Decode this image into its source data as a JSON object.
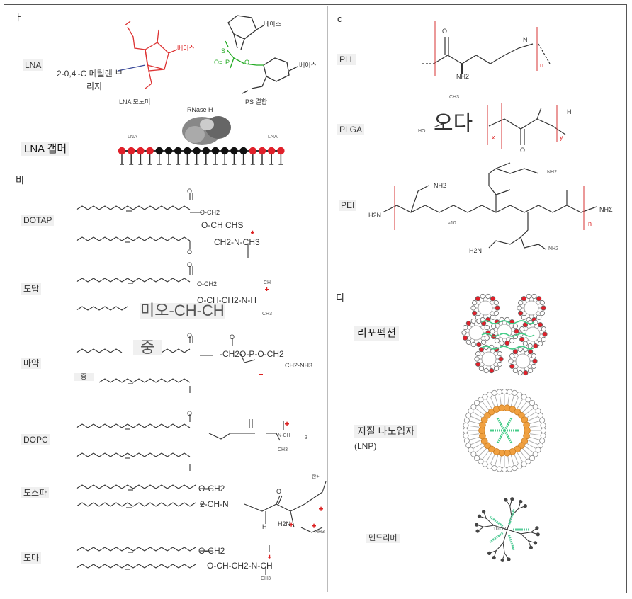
{
  "panels": {
    "a": "ㅏ",
    "b": "비",
    "c": "c",
    "d": "디"
  },
  "lna": {
    "label": "LNA",
    "monomer_caption": "LNA 모노머",
    "ps_caption": "PS 결합",
    "base_red": "베이스",
    "base_1": "베이스",
    "base_2": "베이스",
    "bridge_line1": "2-0,4'-C 메틸렌 브",
    "bridge_line2": "리지",
    "s_minus": "S",
    "p_letter": "P",
    "o_eq": "O=",
    "o_right": "O"
  },
  "gapmer": {
    "label": "LNA 갭머",
    "rnase": "RNase H",
    "lna_left": "LNA",
    "lna_right": "LNA",
    "beads": [
      "red",
      "red",
      "red",
      "red",
      "black",
      "black",
      "black",
      "black",
      "black",
      "black",
      "black",
      "black",
      "black",
      "black",
      "red",
      "red",
      "red",
      "red"
    ]
  },
  "lipids": {
    "dotap": {
      "label": "DOTAP",
      "c1": "O-CH2",
      "c2": "O-CH CHS",
      "c3": "CH2-N-CH3",
      "o": "O",
      "o2": "O"
    },
    "dodap": {
      "label": "도답",
      "c1": "O-CH2",
      "c2": "O-CH-CH2-N-H",
      "ch": "CH",
      "ch3": "CH3",
      "o": "O"
    },
    "overlay_big": "미오-CH-CH",
    "overlay_mid": "중",
    "dope": {
      "label": "마약",
      "c1": "-CH2O-P-O-CH2",
      "c2": "CH2-NH3",
      "o": "O",
      "o2": "O"
    },
    "dope_mid": "중",
    "dopc": {
      "label": "DOPC",
      "c1": "N-CH",
      "c2": "CH3",
      "suffix": "3",
      "o": "O"
    },
    "dospa": {
      "label": "도스파",
      "c1": "O-CH2",
      "c2": "2-CH-N",
      "plus": "한+",
      "h2n": "H2N",
      "nh3": "NH3",
      "h": "H",
      "o": "O"
    },
    "doma": {
      "label": "도마",
      "c1": "O-CH2",
      "c2": "O-CH-CH2-N-CH",
      "c3": "CH3"
    }
  },
  "polymers": {
    "pll": {
      "label": "PLL",
      "nh2": "NH2",
      "o": "O",
      "nh": "N",
      "n": "n"
    },
    "plga": {
      "label": "PLGA",
      "big": "오다",
      "ch3": "CH3",
      "ho": "HO",
      "h": "H",
      "x": "x",
      "y": "y",
      "o": "O"
    },
    "pei": {
      "label": "PEI",
      "h2n": "H2N",
      "nh2_a": "NH2",
      "nh2_b": "NH2",
      "nh2_c": "NH2",
      "nh2_end": "NHΣ",
      "h2n_b": "H2N",
      "n": "n",
      "sub": "≈10"
    }
  },
  "nano": {
    "lipoplex": "리포펙션",
    "lnp_line1": "지질 나노입자",
    "lnp_line2": "(LNP)",
    "dendrimer": "덴드리머",
    "dendrimer_core": "10xxx"
  }
}
